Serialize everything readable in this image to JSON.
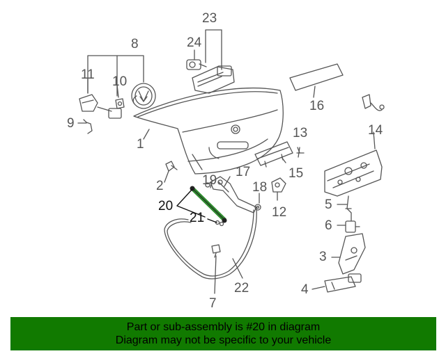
{
  "callouts": {
    "c1": "1",
    "c2": "2",
    "c3": "3",
    "c4": "4",
    "c5": "5",
    "c6": "6",
    "c7": "7",
    "c8": "8",
    "c9": "9",
    "c10": "10",
    "c11": "11",
    "c12": "12",
    "c13": "13",
    "c14": "14",
    "c15": "15",
    "c16": "16",
    "c17": "17",
    "c18": "18",
    "c19": "19",
    "c20": "20",
    "c21": "21",
    "c22": "22",
    "c23": "23",
    "c24": "24"
  },
  "highlight": {
    "part": "20",
    "color": "#2e8b2e"
  },
  "banner": {
    "line1": "Part or sub-assembly is #20 in diagram",
    "line2": "Diagram may not be specific to your vehicle",
    "color": "#117a00"
  }
}
